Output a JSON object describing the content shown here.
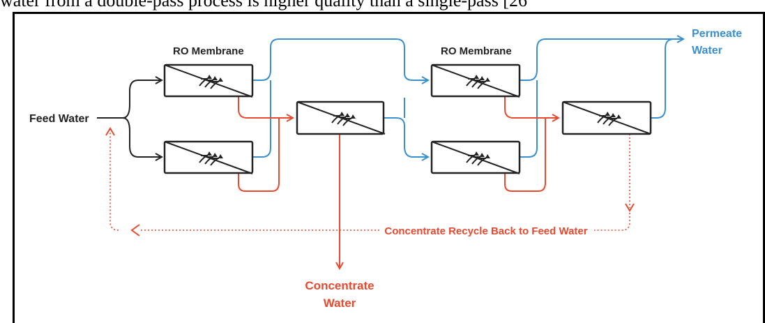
{
  "header_text": "water from a double-pass process is higher quality than a single-pass [26",
  "labels": {
    "feed_water": "Feed Water",
    "ro_membrane_1": "RO Membrane",
    "ro_membrane_2": "RO Membrane",
    "permeate_line1": "Permeate",
    "permeate_line2": "Water",
    "concentrate_line1": "Concentrate",
    "concentrate_line2": "Water",
    "recycle": "Concentrate Recycle Back to Feed Water"
  },
  "colors": {
    "permeate": "#3a8fd0",
    "concentrate": "#e8492f",
    "feed": "#222222"
  }
}
